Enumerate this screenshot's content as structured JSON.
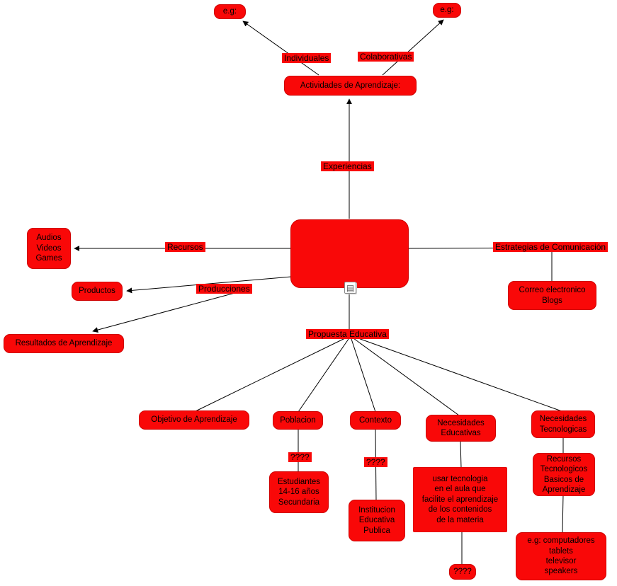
{
  "diagram": {
    "kind": "concept-map",
    "colors": {
      "node_fill": "#F90808",
      "node_border": "#CF0000",
      "connector": "#000000",
      "text": "#000000",
      "background": "#FFFFFF"
    }
  },
  "nodes": {
    "eg_left": "e.g:",
    "eg_right": "e.g:",
    "actividades": "Actividades de Aprendizaje:",
    "center": "",
    "audios": "Audios\nVideos\nGames",
    "productos": "Productos",
    "resultados": "Resultados de Aprendizaje",
    "correo": "Correo electronico\nBlogs",
    "objetivo": "Objetivo de Aprendizaje",
    "poblacion": "Poblacion",
    "contexto": "Contexto",
    "necesidades_educativas": "Necesidades\nEducativas",
    "necesidades_tecnologicas": "Necesidades\nTecnologicas",
    "estudiantes": "Estudiantes\n14-16 años\nSecundaria",
    "institucion": "Institucion\nEducativa\nPublica",
    "usar_tecnologia": "usar tecnologia\nen el aula que\nfacilite el aprendizaje\nde los contenidos\nde la materia",
    "interrogantes_inferior": "????",
    "recursos_tecnologicos": "Recursos\nTecnologicos\nBasicos de\nAprendizaje",
    "eg_computadores": "e.g: computadores\ntablets\ntelevisor\nspeakers"
  },
  "link_labels": {
    "individuales": "Individuales",
    "colaborativas": "Colaborativas",
    "experiencias": "Experiencias",
    "recursos": "Recursos",
    "producciones": "Producciones",
    "estrategias": "Estrategias de Comunicación",
    "propuesta": "Propuesta Educativa",
    "interrogantes_poblacion": "????",
    "interrogantes_contexto": "????"
  },
  "icons": {
    "resource_glyph": "▤"
  }
}
